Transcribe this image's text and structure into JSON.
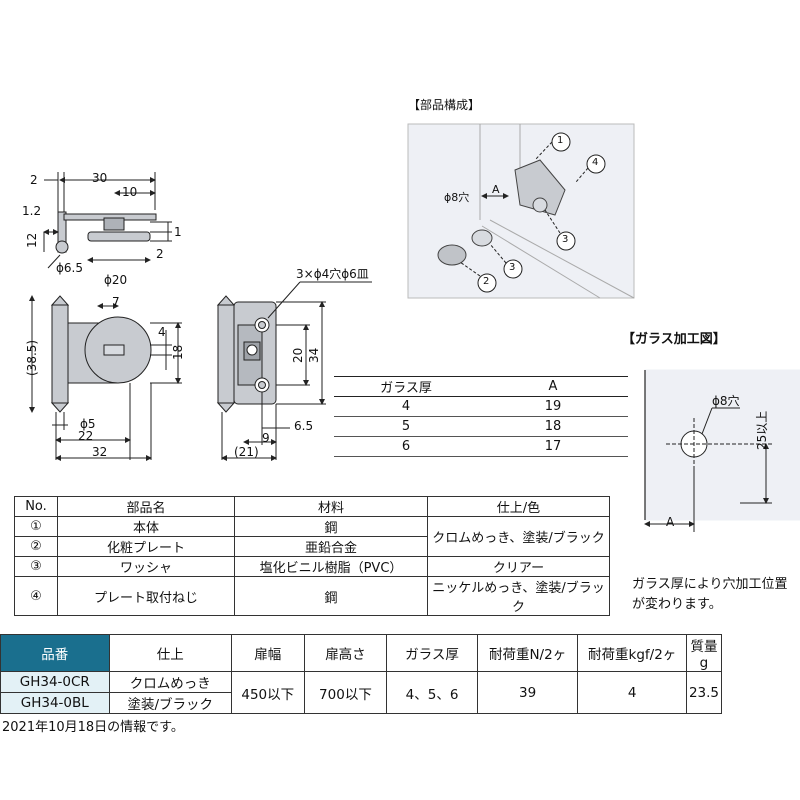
{
  "headings": {
    "parts_composition": "【部品構成】",
    "glass_processing": "【ガラス加工図】"
  },
  "drawing_labels": {
    "top": {
      "d2": "2",
      "d30": "30",
      "d10": "10",
      "d12_1": "1.2",
      "d12": "12",
      "d1": "1",
      "d2b": "2",
      "phi65": "ϕ6.5",
      "phi20": "ϕ20"
    },
    "front": {
      "d385": "(38.5)",
      "d7": "7",
      "d4": "4",
      "d18": "18",
      "phi5": "ϕ5",
      "d22": "22",
      "d32": "32"
    },
    "back": {
      "holes": "3×ϕ4穴ϕ6皿",
      "d20": "20",
      "d34": "34",
      "d65": "6.5",
      "d9": "9",
      "d21": "(21)"
    },
    "assembly": {
      "phi8": "ϕ8穴",
      "a": "A",
      "n1": "1",
      "n2": "2",
      "n3a": "3",
      "n3b": "3",
      "n4": "4"
    },
    "glass": {
      "phi8": "ϕ8穴",
      "d25": "25以上",
      "a": "A"
    }
  },
  "glass_table": {
    "headers": [
      "ガラス厚",
      "A"
    ],
    "rows": [
      [
        "4",
        "19"
      ],
      [
        "5",
        "18"
      ],
      [
        "6",
        "17"
      ]
    ]
  },
  "parts_table": {
    "headers": [
      "No.",
      "部品名",
      "材料",
      "仕上/色"
    ],
    "rows": [
      {
        "no": "①",
        "name": "本体",
        "material": "鋼"
      },
      {
        "no": "②",
        "name": "化粧プレート",
        "material": "亜鉛合金"
      },
      {
        "no": "③",
        "name": "ワッシャ",
        "material": "塩化ビニル樹脂（PVC）",
        "finish": "クリアー"
      },
      {
        "no": "④",
        "name": "プレート取付ねじ",
        "material": "鋼",
        "finish": "ニッケルめっき、塗装/ブラック"
      }
    ],
    "finish_merged": "クロムめっき、塗装/ブラック"
  },
  "note": {
    "line1": "ガラス厚により穴加工位置",
    "line2": "が変わります。"
  },
  "spec_table": {
    "headers": [
      "品番",
      "仕上",
      "扉幅",
      "扉高さ",
      "ガラス厚",
      "耐荷重N/2ヶ",
      "耐荷重kgf/2ヶ",
      "質量g"
    ],
    "rows": [
      {
        "code": "GH34-0CR",
        "finish": "クロムめっき"
      },
      {
        "code": "GH34-0BL",
        "finish": "塗装/ブラック"
      }
    ],
    "merged": {
      "width": "450以下",
      "height": "700以下",
      "glass": "4、5、6",
      "load_n": "39",
      "load_kgf": "4",
      "mass": "23.5"
    }
  },
  "footer": "2021年10月18日の情報です。",
  "colors": {
    "code_header_bg": "#1a6f8e",
    "code_cell_bg": "#e3f1f6",
    "part_fill": "#c8cbd0",
    "glass_fill": "#eef0f5"
  }
}
